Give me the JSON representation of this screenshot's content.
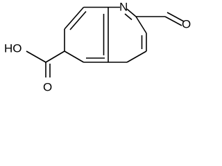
{
  "molecule": {
    "atoms": {
      "ring_nitrogen": "N",
      "aldehyde_oxygen": "O",
      "hydroxyl": "HO",
      "carbonyl_oxygen": "O"
    }
  }
}
